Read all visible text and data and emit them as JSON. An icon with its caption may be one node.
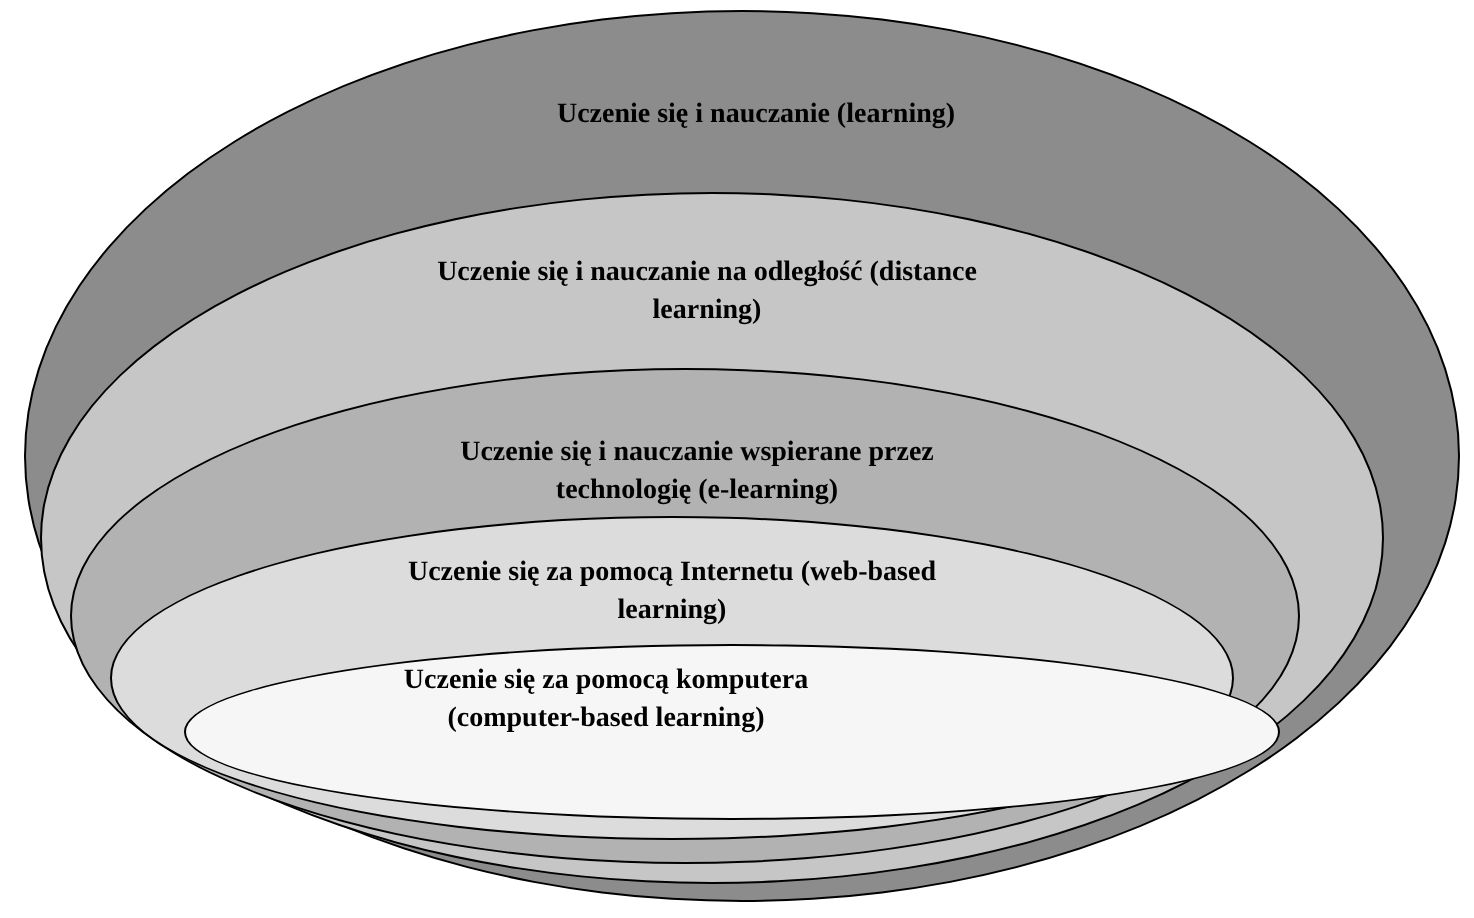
{
  "diagram": {
    "nodes": [
      {
        "text": [
          "Uczenie się i nauczanie (learning)"
        ]
      },
      {
        "text": [
          "Uczenie się i nauczanie na odległość (distance learning)"
        ],
        "in": 0
      },
      {
        "text": [
          "Uczenie się i nauczanie wspierane przez technologię (e-learning)"
        ],
        "in": 1
      },
      {
        "text": [
          "Uczenie się za pomocą Internetu (web-based learning)"
        ],
        "in": 2
      },
      {
        "text": [
          "Uczenie się za pomocą komputera (computer-based learning)"
        ],
        "in": 3
      }
    ]
  }
}
